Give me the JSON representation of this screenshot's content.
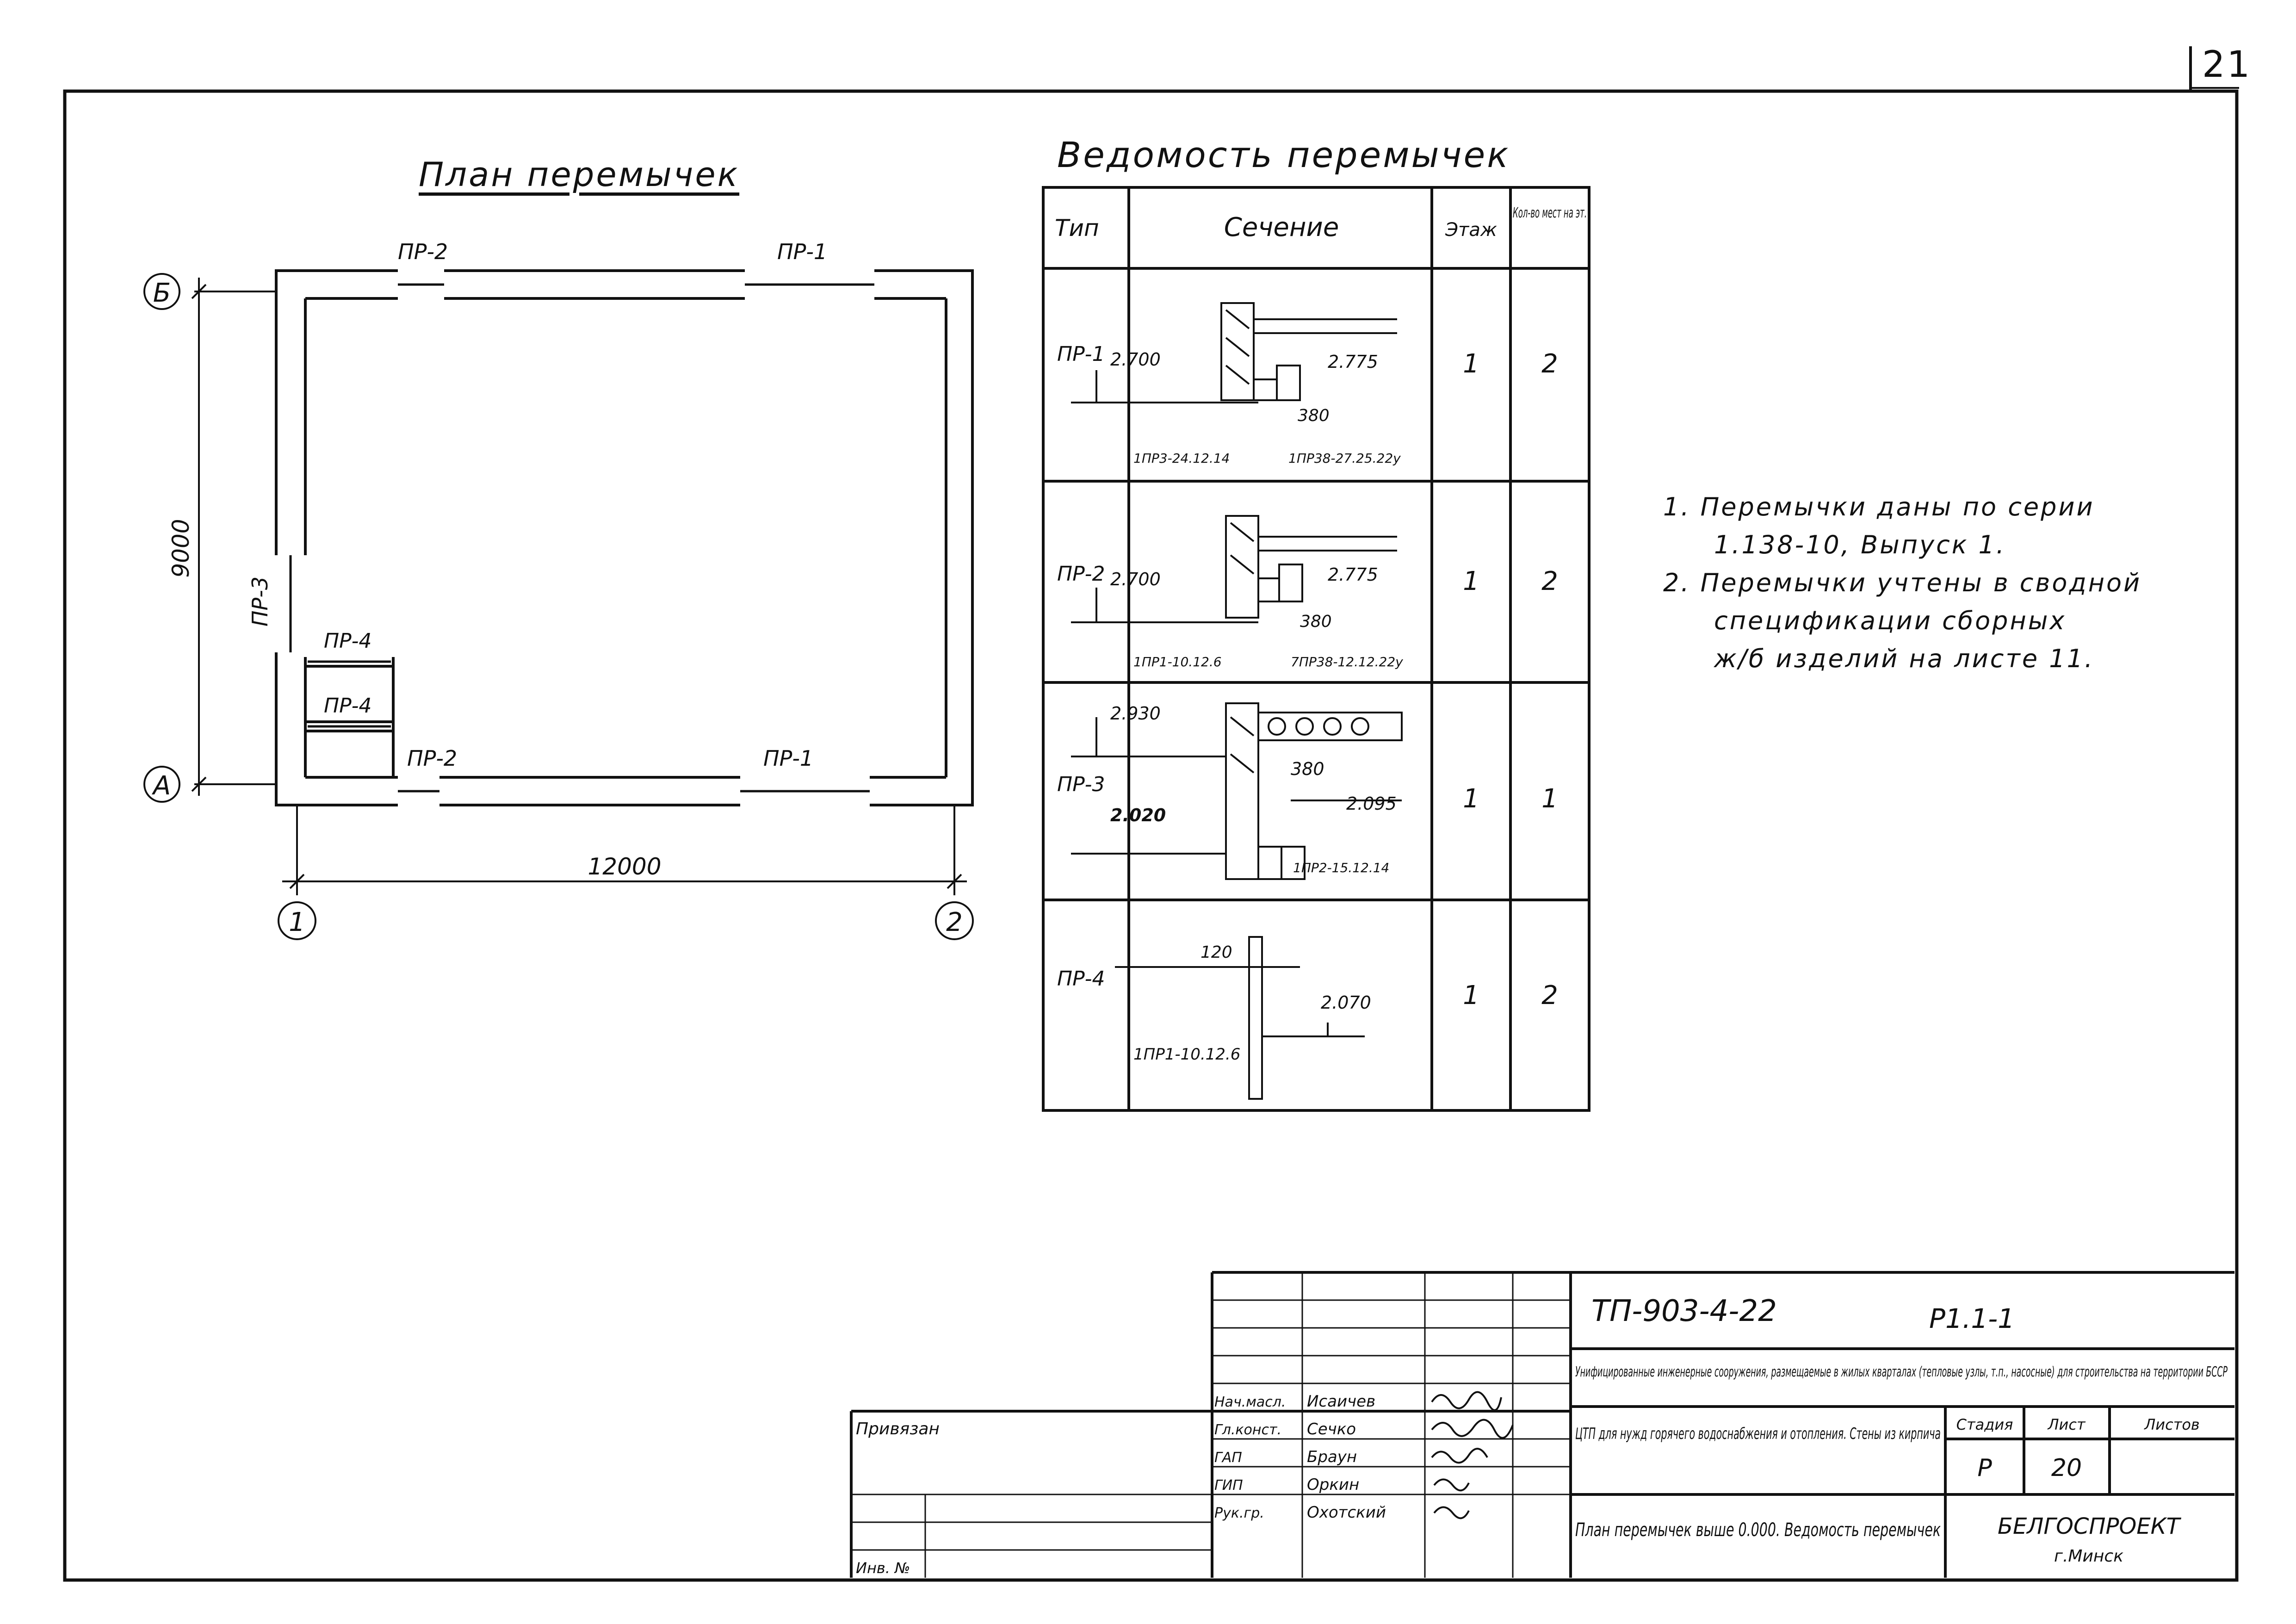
{
  "page_number": "21",
  "plan": {
    "title": "План перемычек",
    "axes": {
      "b": "Б",
      "a": "А",
      "one": "1",
      "two": "2"
    },
    "dim_vertical": "9000",
    "dim_horizontal": "12000",
    "labels": {
      "pr2_top": "ПР-2",
      "pr1_top": "ПР-1",
      "pr3": "ПР-3",
      "pr4_a": "ПР-4",
      "pr4_b": "ПР-4",
      "pr2_bottom": "ПР-2",
      "pr1_bottom": "ПР-1"
    }
  },
  "schedule": {
    "title": "Ведомость перемычек",
    "headers": {
      "type": "Тип",
      "section": "Сечение",
      "floor": "Этаж",
      "qty": "Кол-во мест на эт."
    },
    "rows": [
      {
        "type": "ПР-1",
        "floor": "1",
        "qty": "2",
        "marks": {
          "a": "2.700",
          "b": "2.775",
          "c": "380",
          "d": "1ПР3-24.12.14",
          "e": "1ПР38-27.25.22у"
        }
      },
      {
        "type": "ПР-2",
        "floor": "1",
        "qty": "2",
        "marks": {
          "a": "2.700",
          "b": "2.775",
          "c": "380",
          "d": "1ПР1-10.12.6",
          "e": "7ПР38-12.12.22у"
        }
      },
      {
        "type": "ПР-3",
        "floor": "1",
        "qty": "1",
        "marks": {
          "a": "2.930",
          "b": "380",
          "c": "2.095",
          "d": "2.020",
          "e": "1ПР2-15.12.14"
        }
      },
      {
        "type": "ПР-4",
        "floor": "1",
        "qty": "2",
        "marks": {
          "a": "120",
          "b": "2.070",
          "c": "1ПР1-10.12.6"
        }
      }
    ]
  },
  "notes": [
    "1. Перемычки даны по серии",
    "1.138-10, Выпуск 1.",
    "2. Перемычки учтены в сводной",
    "спецификации сборных",
    "ж/б изделий на листе 11."
  ],
  "title_block": {
    "project_code": "ТП-903-4-22",
    "sheet_code": "Р1.1-1",
    "description": "Унифицированные инженерные сооружения, размещаемые в жилых кварталах (тепловые узлы, т.п., насосные) для строительства на территории БССР",
    "object_name": "ЦТП для нужд горячего водоснабжения и отопления. Стены из кирпича",
    "sheet_title": "План перемычек выше 0.000. Ведомость перемычек",
    "organization": "БЕЛГОСПРОЕКТ",
    "city": "г.Минск",
    "stage_label": "Стадия",
    "sheet_label": "Лист",
    "sheets_label": "Листов",
    "stage": "Р",
    "sheet": "20",
    "privyazan": "Привязан",
    "inv_no": "Инв. №",
    "roles": [
      "Нач.масл.",
      "Гл.конст.",
      "ГАП",
      "ГИП",
      "Рук.гр."
    ],
    "names": [
      "Исаичев",
      "Сечко",
      "Браун",
      "Оркин",
      "Охотский"
    ]
  }
}
